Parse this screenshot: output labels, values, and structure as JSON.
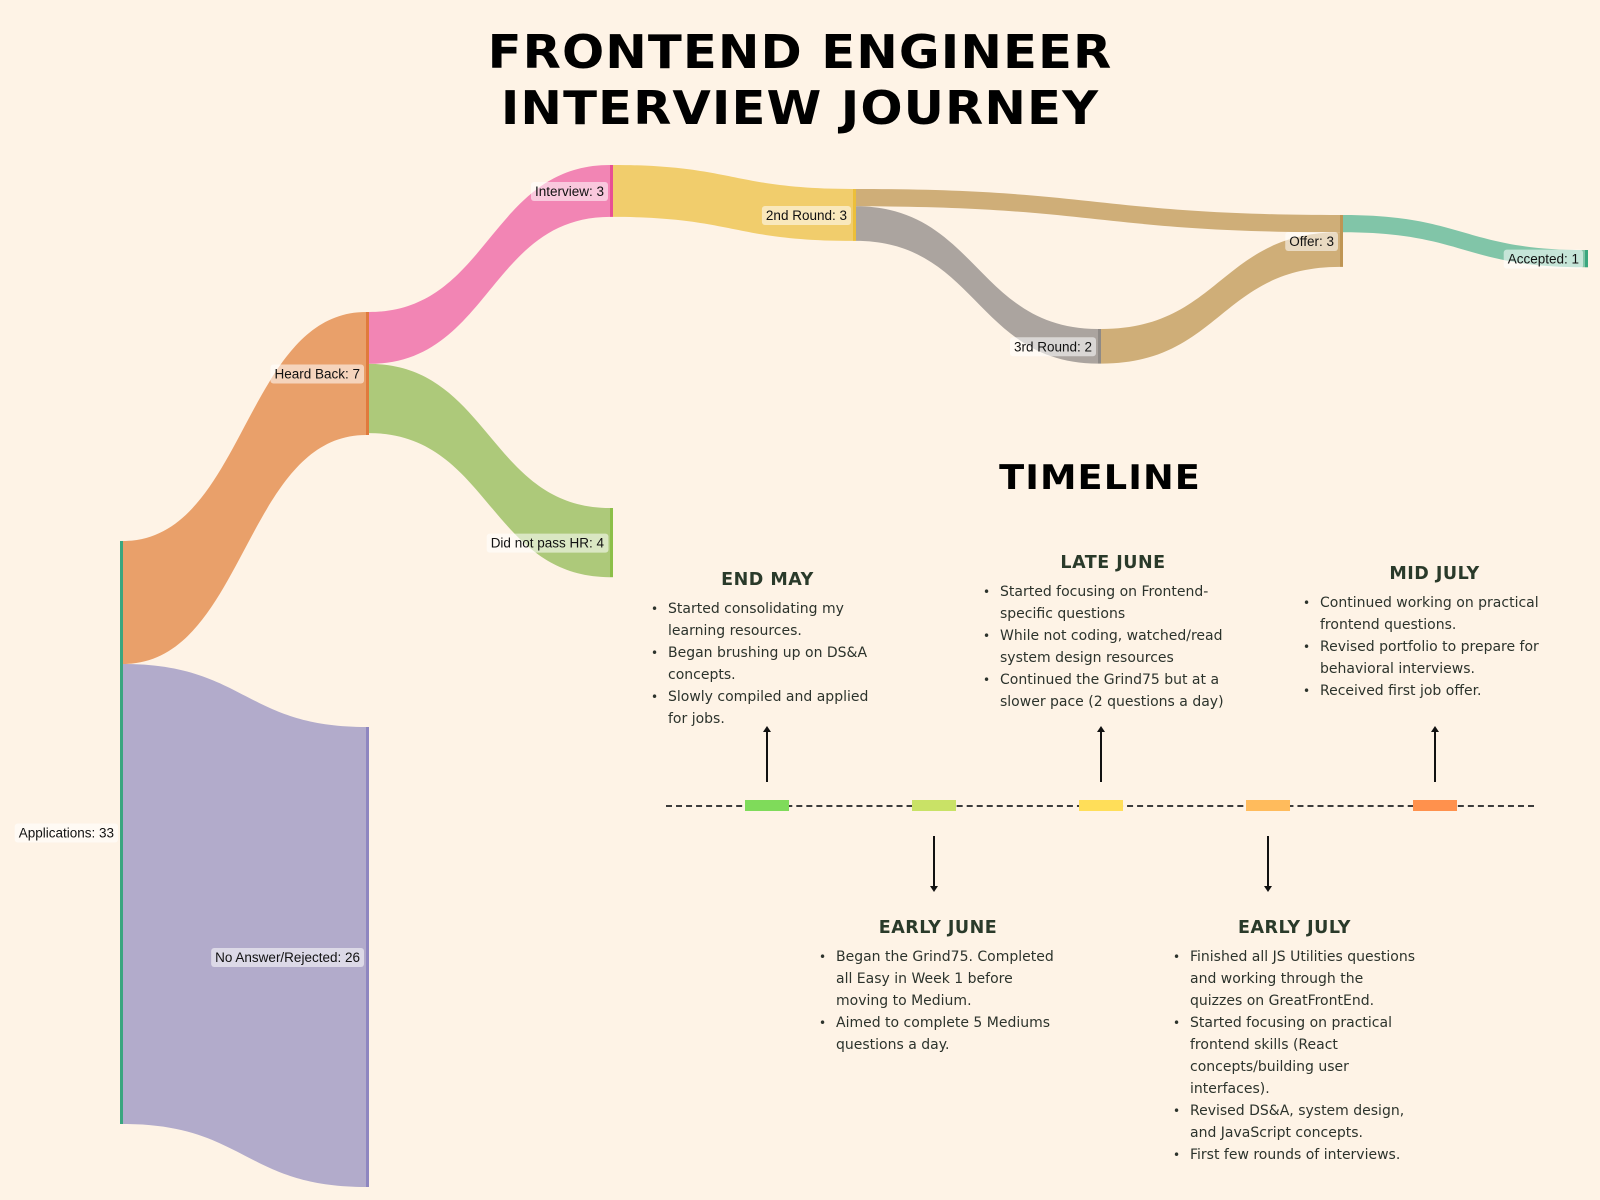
{
  "title": {
    "line1": "FRONTEND ENGINEER",
    "line2": "INTERVIEW JOURNEY"
  },
  "chart_data": {
    "type": "sankey",
    "title": "FRONTEND ENGINEER INTERVIEW JOURNEY",
    "nodes": [
      {
        "id": "applications",
        "label": "Applications: 33",
        "name": "Applications",
        "value": 33,
        "color": "#3aa67e",
        "stage": 0
      },
      {
        "id": "heard_back",
        "label": "Heard Back: 7",
        "name": "Heard Back",
        "value": 7,
        "color": "#e07a3c",
        "stage": 1
      },
      {
        "id": "no_answer",
        "label": "No Answer/Rejected: 26",
        "name": "No Answer/Rejected",
        "value": 26,
        "color": "#8e86c0",
        "stage": 1
      },
      {
        "id": "interview",
        "label": "Interview: 3",
        "name": "Interview",
        "value": 3,
        "color": "#e84f94",
        "stage": 2
      },
      {
        "id": "did_not_pass_hr",
        "label": "Did not pass HR: 4",
        "name": "Did not pass HR",
        "value": 4,
        "color": "#8cbf48",
        "stage": 2
      },
      {
        "id": "second_round",
        "label": "2nd Round: 3",
        "name": "2nd Round",
        "value": 3,
        "color": "#ecbf3a",
        "stage": 3
      },
      {
        "id": "third_round",
        "label": "3rd Round: 2",
        "name": "3rd Round",
        "value": 2,
        "color": "#8f8a86",
        "stage": 4
      },
      {
        "id": "offer",
        "label": "Offer: 3",
        "name": "Offer",
        "value": 3,
        "color": "#bf9554",
        "stage": 5
      },
      {
        "id": "accepted",
        "label": "Accepted: 1",
        "name": "Accepted",
        "value": 1,
        "color": "#3aa67e",
        "stage": 6
      }
    ],
    "links": [
      {
        "source": "applications",
        "target": "heard_back",
        "value": 7,
        "color": "#e9a06a"
      },
      {
        "source": "applications",
        "target": "no_answer",
        "value": 26,
        "color": "#b2abcb"
      },
      {
        "source": "heard_back",
        "target": "interview",
        "value": 3,
        "color": "#f285b4"
      },
      {
        "source": "heard_back",
        "target": "did_not_pass_hr",
        "value": 4,
        "color": "#adc97a"
      },
      {
        "source": "interview",
        "target": "second_round",
        "value": 3,
        "color": "#f1cd6c"
      },
      {
        "source": "second_round",
        "target": "offer",
        "value": 1,
        "color": "#cfae78"
      },
      {
        "source": "second_round",
        "target": "third_round",
        "value": 2,
        "color": "#aba49f"
      },
      {
        "source": "third_round",
        "target": "offer",
        "value": 2,
        "color": "#cfae78"
      },
      {
        "source": "offer",
        "target": "accepted",
        "value": 1,
        "color": "#81c5a8"
      }
    ]
  },
  "timeline": {
    "title": "TIMELINE",
    "events": [
      {
        "period": "END MAY",
        "marker_color": "#7fdb5a",
        "position": "above",
        "items": [
          "Started consolidating my learning resources.",
          "Began brushing up on DS&A concepts.",
          "Slowly compiled and applied for jobs."
        ]
      },
      {
        "period": "EARLY JUNE",
        "marker_color": "#c9e266",
        "position": "below",
        "items": [
          "Began the Grind75. Completed all Easy in Week 1 before moving to Medium.",
          "Aimed to complete 5 Mediums questions a day."
        ]
      },
      {
        "period": "LATE JUNE",
        "marker_color": "#ffde59",
        "position": "above",
        "items": [
          "Started focusing on Frontend-specific questions",
          "While not coding, watched/read system design resources",
          "Continued the Grind75 but at a slower pace (2 questions a day)"
        ]
      },
      {
        "period": "EARLY JULY",
        "marker_color": "#ffbb5c",
        "position": "below",
        "items": [
          "Finished all JS Utilities questions and working through the quizzes on GreatFrontEnd.",
          "Started focusing on practical frontend skills (React concepts/building user interfaces).",
          "Revised DS&A, system design, and JavaScript concepts.",
          "First few rounds of interviews."
        ]
      },
      {
        "period": "MID JULY",
        "marker_color": "#ff914d",
        "position": "above",
        "items": [
          "Continued working on practical frontend questions.",
          "Revised portfolio to prepare for behavioral interviews.",
          "Received first job offer."
        ]
      }
    ]
  }
}
